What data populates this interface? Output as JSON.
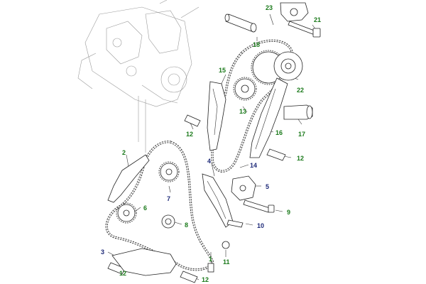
{
  "labels": {
    "l23": "23",
    "l21": "21",
    "l18": "18",
    "l15": "15",
    "l22": "22",
    "l13": "13",
    "l12a": "12",
    "l16": "16",
    "l17": "17",
    "l12b": "12",
    "l2": "2",
    "l14": "14",
    "l4": "4",
    "l5": "5",
    "l7": "7",
    "l6": "6",
    "l9": "9",
    "l8": "8",
    "l10": "10",
    "l3": "3",
    "l1": "1",
    "l11": "11",
    "l12c": "12",
    "l12d": "12"
  },
  "colors": {
    "green_label": "#1b7a1b",
    "navy_label": "#1e2a78",
    "line": "#333333"
  }
}
